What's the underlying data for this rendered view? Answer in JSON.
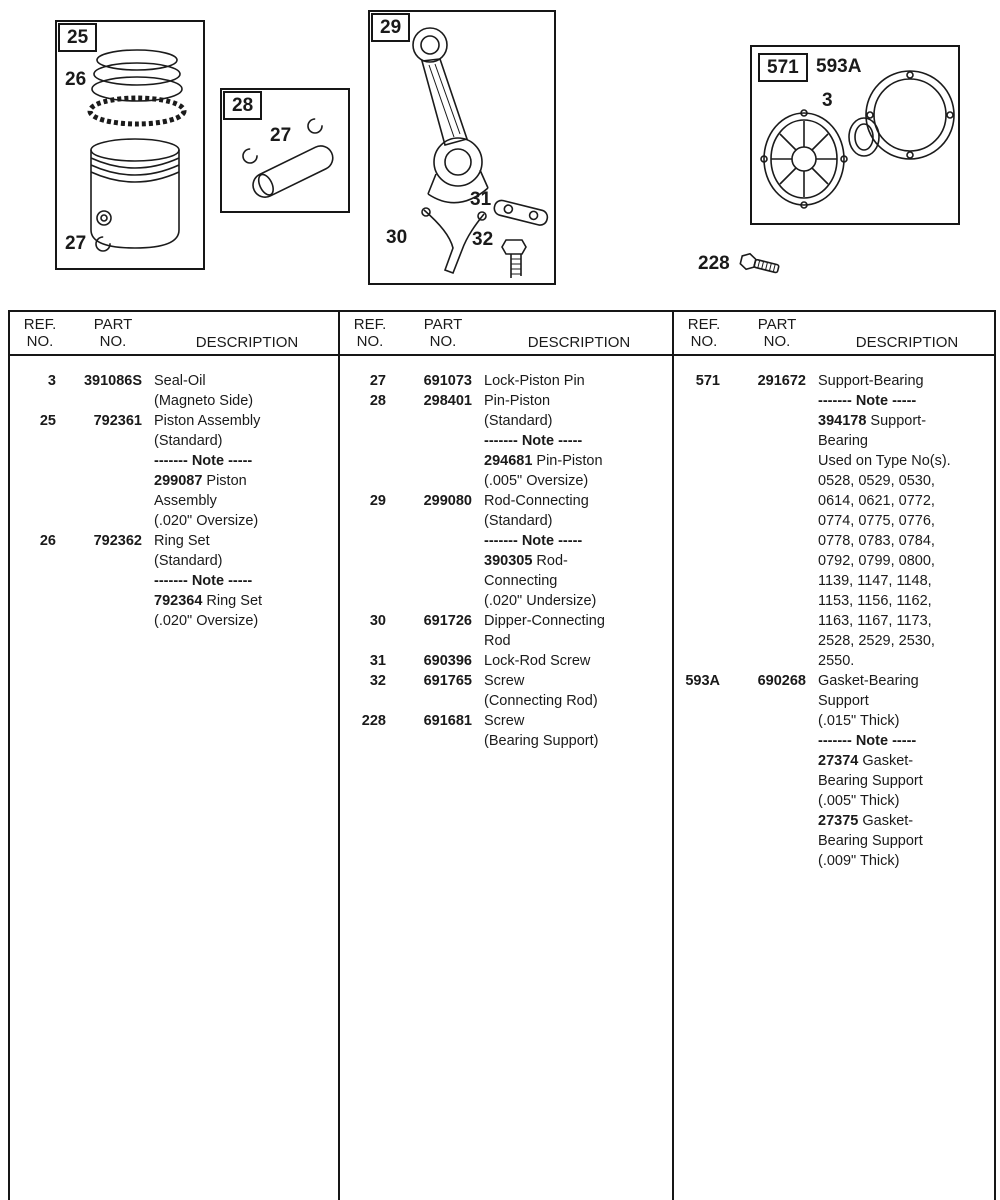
{
  "figures": {
    "piston": {
      "box_label": "25",
      "ring_label": "26",
      "clip_label": "27"
    },
    "pin": {
      "box_label": "28",
      "clip_label": "27"
    },
    "rod": {
      "box_label": "29",
      "dipper_label": "30",
      "lock_label": "31",
      "screw_label": "32"
    },
    "bearing": {
      "box_label": "571",
      "gasket_label": "593A",
      "seal_label": "3"
    },
    "screw": {
      "label": "228"
    }
  },
  "table": {
    "headers": {
      "ref1": "REF.",
      "ref2": "NO.",
      "part1": "PART",
      "part2": "NO.",
      "desc": "DESCRIPTION"
    },
    "columns": [
      {
        "rows": [
          {
            "ref": "3",
            "part": "391086S",
            "lines": [
              {
                "t": "Seal-Oil"
              },
              {
                "t": "(Magneto Side)"
              }
            ]
          },
          {
            "ref": "25",
            "part": "792361",
            "lines": [
              {
                "t": "Piston Assembly"
              },
              {
                "t": "(Standard)"
              },
              {
                "b": "------- Note -----"
              },
              {
                "b": "299087",
                "t": "Piston"
              },
              {
                "t": "Assembly"
              },
              {
                "t": "(.020\" Oversize)"
              }
            ]
          },
          {
            "ref": "26",
            "part": "792362",
            "lines": [
              {
                "t": "Ring Set"
              },
              {
                "t": "(Standard)"
              },
              {
                "b": "------- Note -----"
              },
              {
                "b": "792364",
                "t": "Ring Set"
              },
              {
                "t": "(.020\" Oversize)"
              }
            ]
          }
        ]
      },
      {
        "rows": [
          {
            "ref": "27",
            "part": "691073",
            "lines": [
              {
                "t": "Lock-Piston Pin"
              }
            ]
          },
          {
            "ref": "28",
            "part": "298401",
            "lines": [
              {
                "t": "Pin-Piston"
              },
              {
                "t": "(Standard)"
              },
              {
                "b": "------- Note -----"
              },
              {
                "b": "294681",
                "t": "Pin-Piston"
              },
              {
                "t": "(.005\" Oversize)"
              }
            ]
          },
          {
            "ref": "29",
            "part": "299080",
            "lines": [
              {
                "t": "Rod-Connecting"
              },
              {
                "t": "(Standard)"
              },
              {
                "b": "------- Note -----"
              },
              {
                "b": "390305",
                "t": "Rod-"
              },
              {
                "t": "Connecting"
              },
              {
                "t": "(.020\" Undersize)"
              }
            ]
          },
          {
            "ref": "30",
            "part": "691726",
            "lines": [
              {
                "t": "Dipper-Connecting"
              },
              {
                "t": "Rod"
              }
            ]
          },
          {
            "ref": "31",
            "part": "690396",
            "lines": [
              {
                "t": "Lock-Rod Screw"
              }
            ]
          },
          {
            "ref": "32",
            "part": "691765",
            "lines": [
              {
                "t": "Screw"
              },
              {
                "t": "(Connecting Rod)"
              }
            ]
          },
          {
            "ref": "228",
            "part": "691681",
            "lines": [
              {
                "t": "Screw"
              },
              {
                "t": "(Bearing Support)"
              }
            ]
          }
        ]
      },
      {
        "rows": [
          {
            "ref": "571",
            "part": "291672",
            "lines": [
              {
                "t": "Support-Bearing"
              },
              {
                "b": "------- Note -----"
              },
              {
                "b": "394178",
                "t": "Support-"
              },
              {
                "t": "Bearing"
              },
              {
                "t": "Used on Type No(s)."
              },
              {
                "t": "0528, 0529, 0530,"
              },
              {
                "t": "0614, 0621, 0772,"
              },
              {
                "t": "0774, 0775, 0776,"
              },
              {
                "t": "0778, 0783, 0784,"
              },
              {
                "t": "0792, 0799, 0800,"
              },
              {
                "t": "1139, 1147, 1148,"
              },
              {
                "t": "1153, 1156, 1162,"
              },
              {
                "t": "1163, 1167, 1173,"
              },
              {
                "t": "2528, 2529, 2530,"
              },
              {
                "t": "2550."
              }
            ]
          },
          {
            "ref": "593A",
            "part": "690268",
            "lines": [
              {
                "t": "Gasket-Bearing"
              },
              {
                "t": "Support"
              },
              {
                "t": "(.015\" Thick)"
              },
              {
                "b": "------- Note -----"
              },
              {
                "b": "27374",
                "t": "Gasket-"
              },
              {
                "t": "Bearing Support"
              },
              {
                "t": "(.005\" Thick)"
              },
              {
                "b": "27375",
                "t": "Gasket-"
              },
              {
                "t": "Bearing Support"
              },
              {
                "t": "(.009\" Thick)"
              }
            ]
          }
        ]
      }
    ]
  }
}
